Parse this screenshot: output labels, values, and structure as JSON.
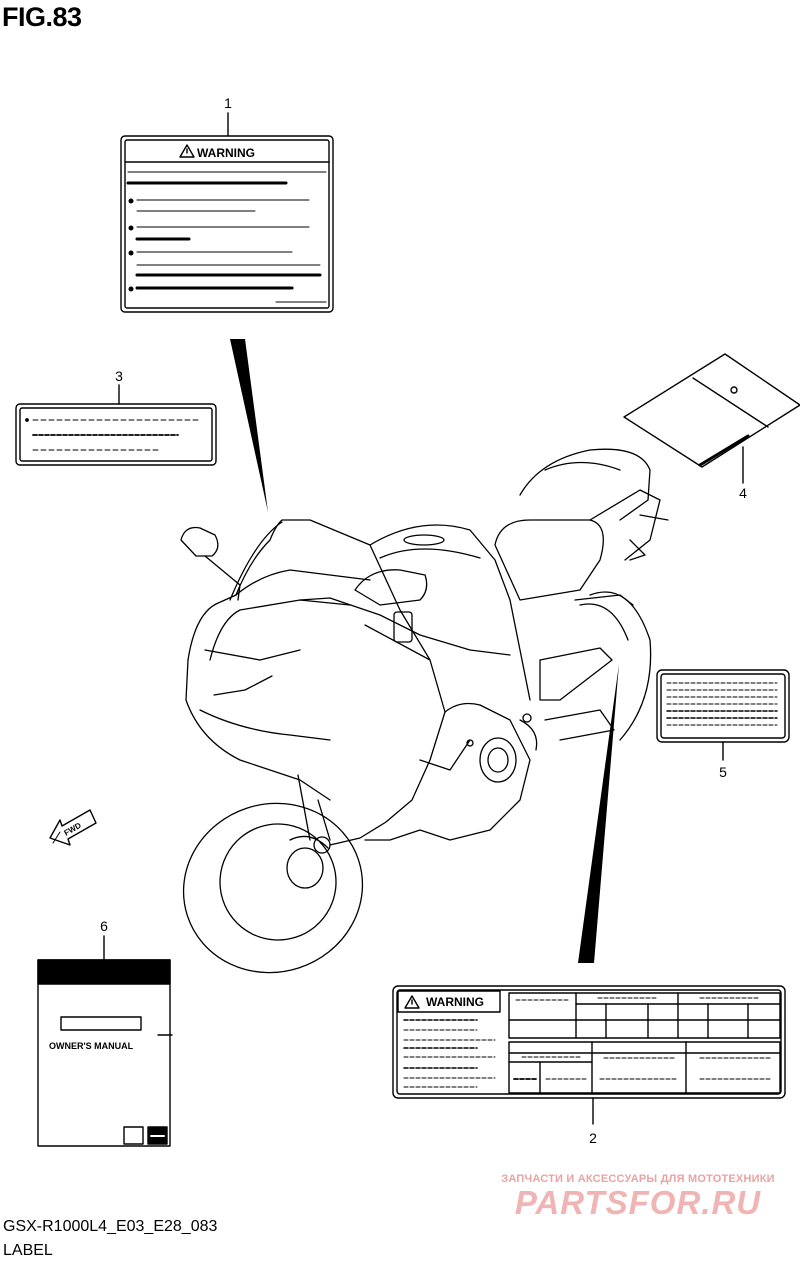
{
  "figure": {
    "title": "FIG.83",
    "model_code": "GSX-R1000L4_E03_E28_083",
    "caption": "LABEL"
  },
  "callouts": [
    "1",
    "2",
    "3",
    "4",
    "5",
    "6"
  ],
  "label_1": {
    "heading": "WARNING"
  },
  "label_2": {
    "heading": "WARNING"
  },
  "label_6": {
    "title": "OWNER'S MANUAL"
  },
  "fwd_arrow": {
    "text": "FWD"
  },
  "watermark": {
    "line1": "ЗАПЧАСТИ И АКСЕССУАРЫ ДЛЯ МОТОТЕХНИКИ",
    "line2": "PARTSFOR.RU"
  },
  "icons": {
    "warning": "warning-triangle-icon",
    "brand": "suzuki-logo-icon"
  }
}
